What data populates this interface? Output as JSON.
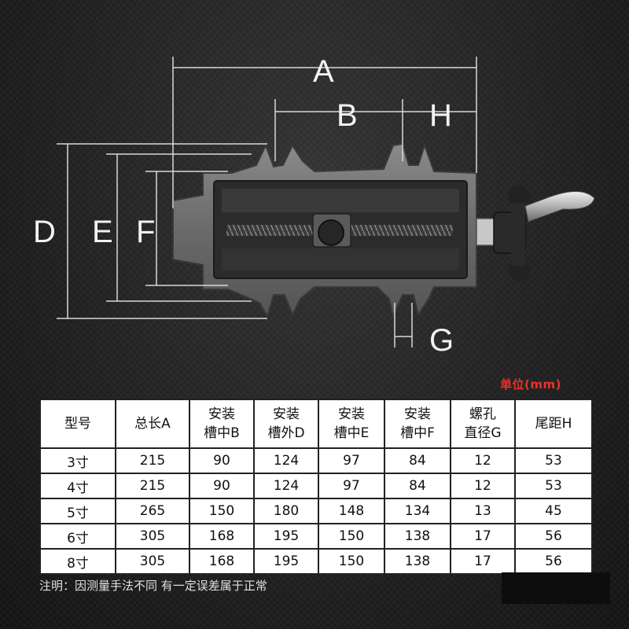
{
  "diagram": {
    "labels": {
      "A": "A",
      "B": "B",
      "H": "H",
      "D": "D",
      "E": "E",
      "F": "F",
      "G": "G"
    },
    "colors": {
      "dimension_lines": "#d8d8d8",
      "vise_body": "#6e6e6e",
      "vise_interior": "#2a2a2a"
    }
  },
  "unit_note": "单位(mm)",
  "table": {
    "headers": [
      [
        "型号"
      ],
      [
        "总长A"
      ],
      [
        "安装",
        "槽中B"
      ],
      [
        "安装",
        "槽外D"
      ],
      [
        "安装",
        "槽中E"
      ],
      [
        "安装",
        "槽中F"
      ],
      [
        "螺孔",
        "直径G"
      ],
      [
        "尾距H"
      ]
    ],
    "rows": [
      [
        "3寸",
        "215",
        "90",
        "124",
        "97",
        "84",
        "12",
        "53"
      ],
      [
        "4寸",
        "215",
        "90",
        "124",
        "97",
        "84",
        "12",
        "53"
      ],
      [
        "5寸",
        "265",
        "150",
        "180",
        "148",
        "134",
        "13",
        "45"
      ],
      [
        "6寸",
        "305",
        "168",
        "195",
        "150",
        "138",
        "17",
        "56"
      ],
      [
        "8寸",
        "305",
        "168",
        "195",
        "150",
        "138",
        "17",
        "56"
      ]
    ]
  },
  "footnote": "注明：因测量手法不同 有一定误差属于正常"
}
